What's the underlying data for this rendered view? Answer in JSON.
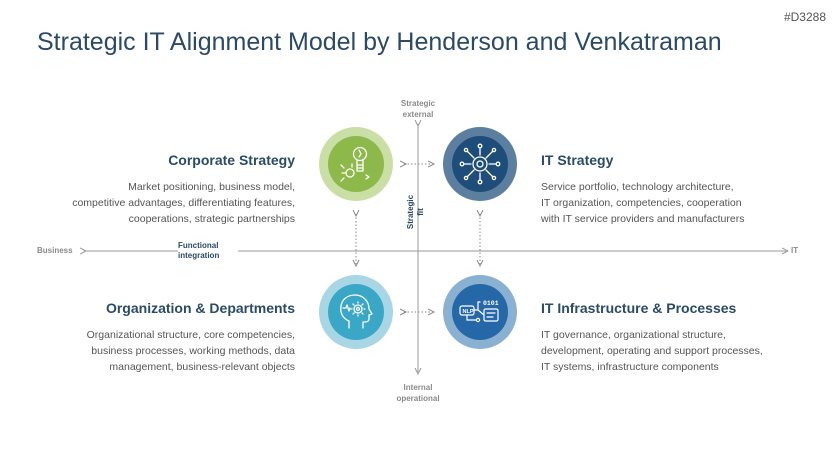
{
  "code": "#D3288",
  "title": "Strategic IT Alignment Model by Henderson and Venkatraman",
  "axes": {
    "top": "Strategic\nexternal",
    "bottom": "Internal\noperational",
    "left": "Business",
    "right": "IT",
    "functional_integration": "Functional\nintegration",
    "strategic_fit": "Strategic\nfit"
  },
  "quadrants": {
    "corporate": {
      "heading": "Corporate Strategy",
      "lines": [
        "Market positioning, business model,",
        "competitive advantages, differentiating features,",
        "cooperations, strategic partnerships"
      ],
      "color": "#8db84a",
      "icon": "lightbulb-gear-icon"
    },
    "it_strategy": {
      "heading": "IT Strategy",
      "lines": [
        "Service portfolio, technology architecture,",
        "IT organization, competencies, cooperation",
        "with IT service providers and manufacturers"
      ],
      "color": "#1d4d78",
      "icon": "gear-network-icon"
    },
    "organization": {
      "heading": "Organization & Departments",
      "lines": [
        "Organizational structure, core competencies,",
        "business processes, working methods, data",
        "management, business-relevant objects"
      ],
      "color": "#3aa7c6",
      "icon": "head-gear-icon"
    },
    "infrastructure": {
      "heading": "IT Infrastructure & Processes",
      "lines": [
        "IT governance, organizational structure,",
        "development, operating and support processes,",
        "IT systems, infrastructure components"
      ],
      "color": "#2667a8",
      "icon": "binary-nlp-icon",
      "icon_text_top": "0101",
      "icon_text_mid": "NLP"
    }
  }
}
